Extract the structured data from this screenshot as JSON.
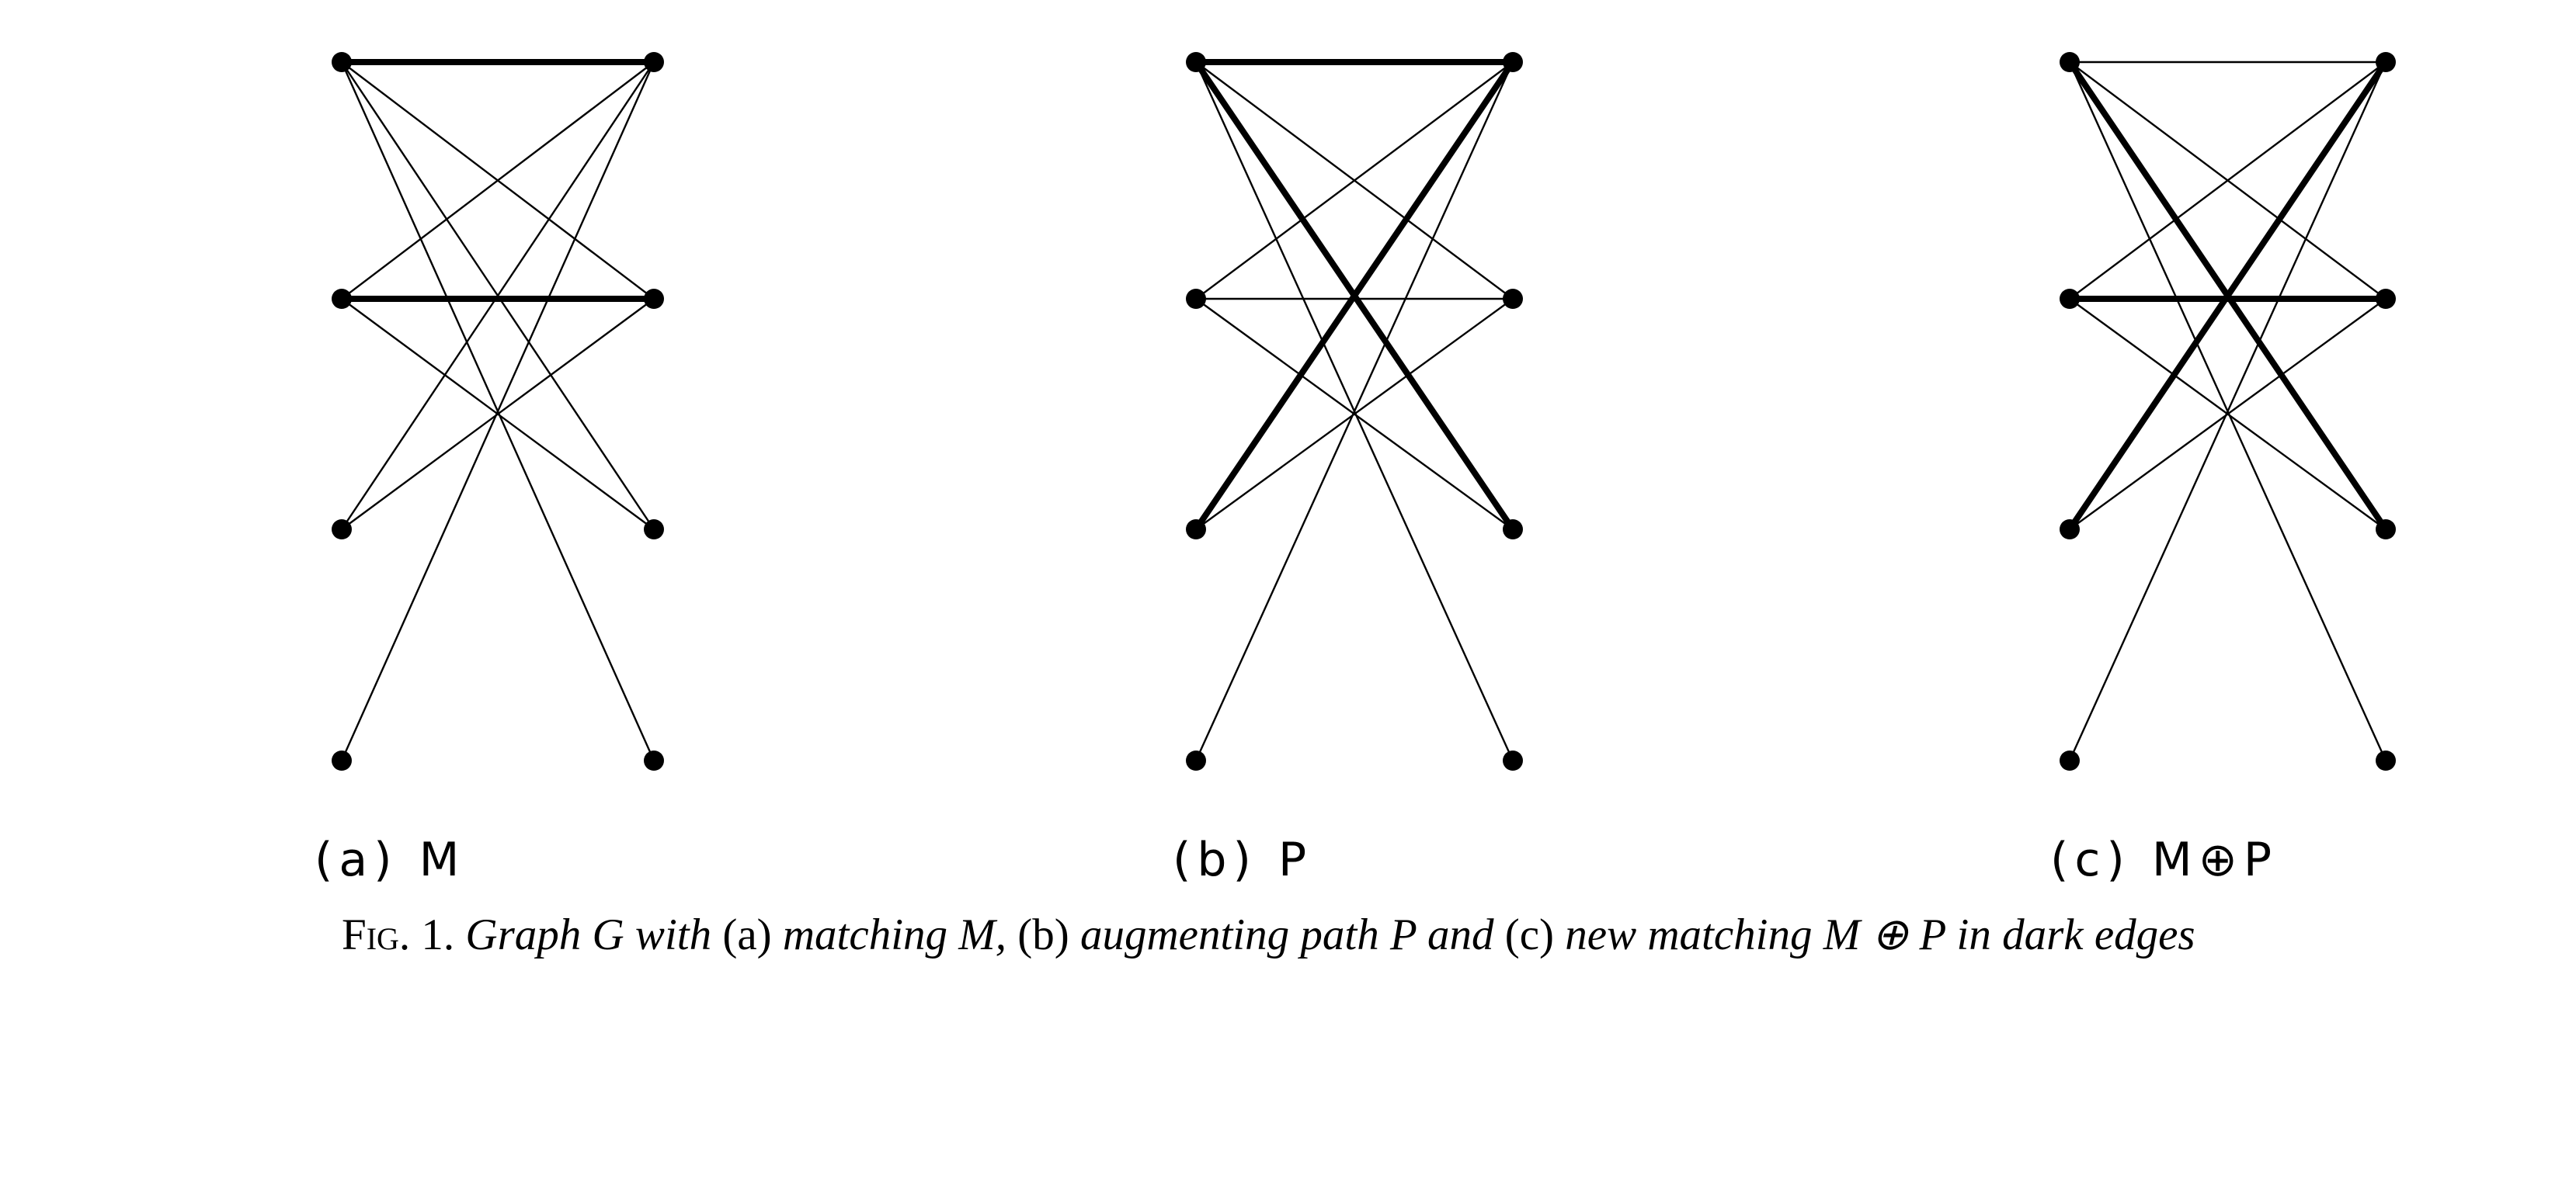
{
  "figure": {
    "vertex_rows": 4,
    "panels": [
      {
        "id": "a",
        "label": "(a) M",
        "edges": [
          {
            "from": [
              "L",
              0
            ],
            "to": [
              "R",
              0
            ],
            "dark": true
          },
          {
            "from": [
              "L",
              1
            ],
            "to": [
              "R",
              1
            ],
            "dark": true
          },
          {
            "from": [
              "L",
              0
            ],
            "to": [
              "R",
              1
            ],
            "dark": false
          },
          {
            "from": [
              "L",
              0
            ],
            "to": [
              "R",
              2
            ],
            "dark": false
          },
          {
            "from": [
              "L",
              0
            ],
            "to": [
              "R",
              3
            ],
            "dark": false
          },
          {
            "from": [
              "R",
              0
            ],
            "to": [
              "L",
              1
            ],
            "dark": false
          },
          {
            "from": [
              "R",
              0
            ],
            "to": [
              "L",
              2
            ],
            "dark": false
          },
          {
            "from": [
              "R",
              0
            ],
            "to": [
              "L",
              3
            ],
            "dark": false
          },
          {
            "from": [
              "L",
              1
            ],
            "to": [
              "R",
              2
            ],
            "dark": false
          },
          {
            "from": [
              "R",
              1
            ],
            "to": [
              "L",
              2
            ],
            "dark": false
          }
        ]
      },
      {
        "id": "b",
        "label": "(b) P",
        "edges": [
          {
            "from": [
              "L",
              0
            ],
            "to": [
              "R",
              0
            ],
            "dark": true
          },
          {
            "from": [
              "L",
              0
            ],
            "to": [
              "R",
              2
            ],
            "dark": true
          },
          {
            "from": [
              "R",
              0
            ],
            "to": [
              "L",
              2
            ],
            "dark": true
          },
          {
            "from": [
              "L",
              1
            ],
            "to": [
              "R",
              1
            ],
            "dark": false
          },
          {
            "from": [
              "L",
              0
            ],
            "to": [
              "R",
              1
            ],
            "dark": false
          },
          {
            "from": [
              "L",
              0
            ],
            "to": [
              "R",
              3
            ],
            "dark": false
          },
          {
            "from": [
              "R",
              0
            ],
            "to": [
              "L",
              1
            ],
            "dark": false
          },
          {
            "from": [
              "R",
              0
            ],
            "to": [
              "L",
              3
            ],
            "dark": false
          },
          {
            "from": [
              "L",
              1
            ],
            "to": [
              "R",
              2
            ],
            "dark": false
          },
          {
            "from": [
              "R",
              1
            ],
            "to": [
              "L",
              2
            ],
            "dark": false
          }
        ]
      },
      {
        "id": "c",
        "label": "(c) M⊕P",
        "edges": [
          {
            "from": [
              "L",
              1
            ],
            "to": [
              "R",
              1
            ],
            "dark": true
          },
          {
            "from": [
              "L",
              0
            ],
            "to": [
              "R",
              2
            ],
            "dark": true
          },
          {
            "from": [
              "R",
              0
            ],
            "to": [
              "L",
              2
            ],
            "dark": true
          },
          {
            "from": [
              "L",
              0
            ],
            "to": [
              "R",
              0
            ],
            "dark": false
          },
          {
            "from": [
              "L",
              0
            ],
            "to": [
              "R",
              1
            ],
            "dark": false
          },
          {
            "from": [
              "L",
              0
            ],
            "to": [
              "R",
              3
            ],
            "dark": false
          },
          {
            "from": [
              "R",
              0
            ],
            "to": [
              "L",
              1
            ],
            "dark": false
          },
          {
            "from": [
              "R",
              0
            ],
            "to": [
              "L",
              3
            ],
            "dark": false
          },
          {
            "from": [
              "L",
              1
            ],
            "to": [
              "R",
              2
            ],
            "dark": false
          },
          {
            "from": [
              "R",
              1
            ],
            "to": [
              "L",
              2
            ],
            "dark": false
          }
        ]
      }
    ]
  },
  "caption": {
    "fig_label": "Fig. 1.",
    "t1": "Graph G with",
    "t2": "(a)",
    "t3": "matching M,",
    "t4": "(b)",
    "t5": "augmenting path P and",
    "t6": "(c)",
    "t7": "new matching M ⊕ P in dark edges"
  }
}
